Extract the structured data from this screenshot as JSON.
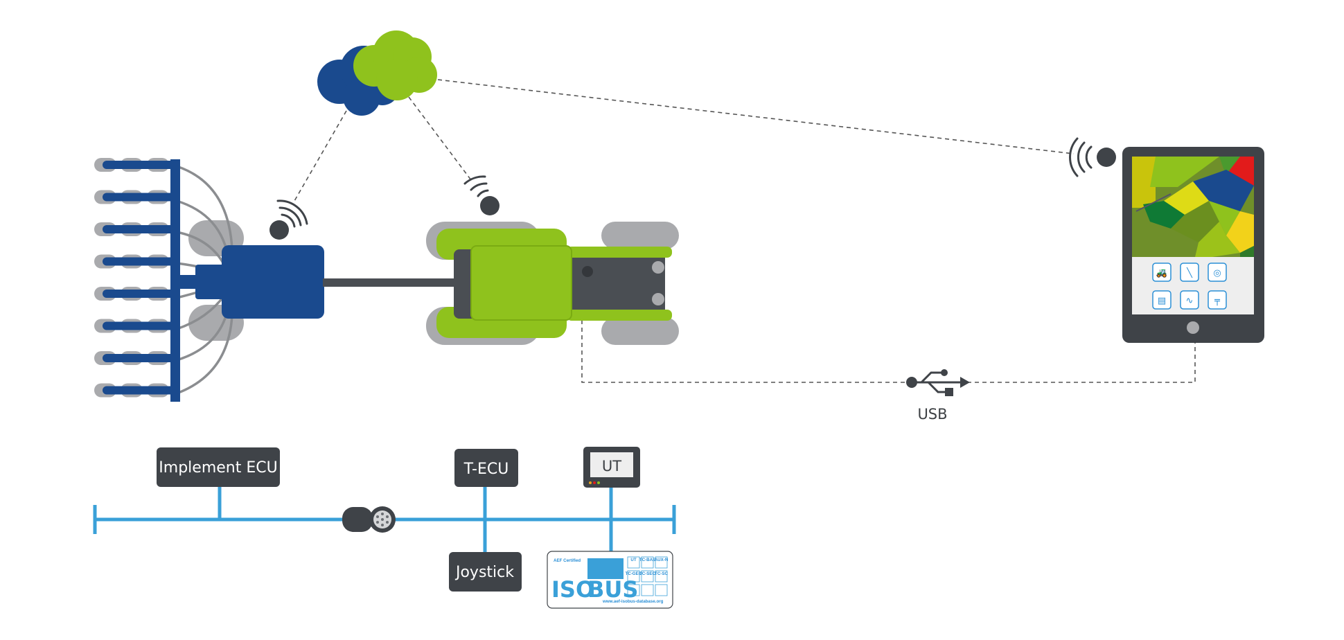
{
  "diagram": {
    "usb_label": "USB",
    "nodes": {
      "implement_ecu": "Implement ECU",
      "tecu": "T-ECU",
      "ut": "UT",
      "joystick": "Joystick"
    },
    "badge": {
      "certified": "AEF Certified",
      "iso": "ISO",
      "bus": "BUS",
      "url": "www.aef-isobus-database.org",
      "features": [
        "UT",
        "TC-BAS",
        "AUX-N",
        "TC-GEO",
        "TC-SEC",
        "TC-SC",
        "",
        "",
        ""
      ]
    },
    "icons": [
      "tractor-icon",
      "field-lines-icon",
      "guidance-icon",
      "ecu-module-icon",
      "curved-path-icon",
      "joystick-icon"
    ],
    "colors": {
      "implement_blue": "#1a4a8e",
      "tractor_green": "#8fc21d",
      "bus_blue": "#3aa0d8",
      "dark_gray": "#3f4348",
      "tire_gray": "#a9aaad"
    }
  }
}
